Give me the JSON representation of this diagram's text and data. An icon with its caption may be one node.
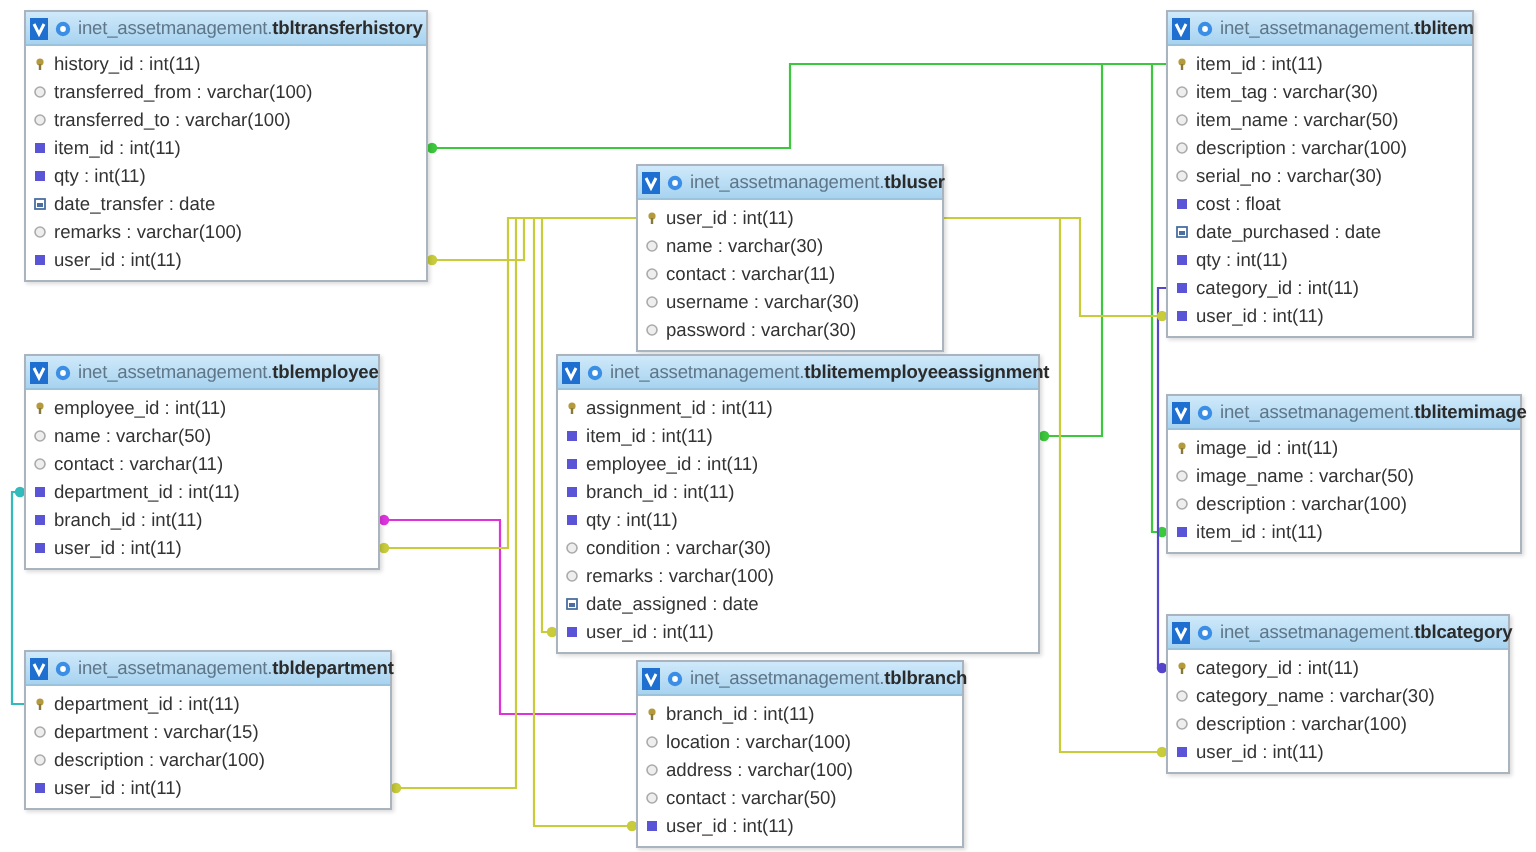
{
  "diagram": {
    "nodes": [
      {
        "text": [
          "inet_assetmanagement.**tbltransferhistory**",
          "history_id : int(11)",
          "transferred_from : varchar(100)",
          "transferred_to : varchar(100)",
          "item_id : int(11)",
          "qty : int(11)",
          "date_transfer : date",
          "remarks : varchar(100)",
          "user_id : int(11)"
        ]
      },
      {
        "text": [
          "inet_assetmanagement.**tbluser**",
          "user_id : int(11)",
          "name : varchar(30)",
          "contact : varchar(11)",
          "username : varchar(30)",
          "password : varchar(30)"
        ]
      },
      {
        "text": [
          "inet_assetmanagement.**tblitem**",
          "item_id : int(11)",
          "item_tag : varchar(30)",
          "item_name : varchar(50)",
          "description : varchar(100)",
          "serial_no : varchar(30)",
          "cost : float",
          "date_purchased : date",
          "qty : int(11)",
          "category_id : int(11)",
          "user_id : int(11)"
        ]
      },
      {
        "text": [
          "inet_assetmanagement.**tblemployee**",
          "employee_id : int(11)",
          "name : varchar(50)",
          "contact : varchar(11)",
          "department_id : int(11)",
          "branch_id : int(11)",
          "user_id : int(11)"
        ]
      },
      {
        "text": [
          "inet_assetmanagement.**tblitememployeeassignment**",
          "assignment_id : int(11)",
          "item_id : int(11)",
          "employee_id : int(11)",
          "branch_id : int(11)",
          "qty : int(11)",
          "condition : varchar(30)",
          "remarks : varchar(100)",
          "date_assigned : date",
          "user_id : int(11)"
        ]
      },
      {
        "text": [
          "inet_assetmanagement.**tblitemimage**",
          "image_id : int(11)",
          "image_name : varchar(50)",
          "description : varchar(100)",
          "item_id : int(11)"
        ]
      },
      {
        "text": [
          "inet_assetmanagement.**tbldepartment**",
          "department_id : int(11)",
          "department : varchar(15)",
          "description : varchar(100)",
          "user_id : int(11)"
        ]
      },
      {
        "text": [
          "inet_assetmanagement.**tblbranch**",
          "branch_id : int(11)",
          "location : varchar(100)",
          "address : varchar(100)",
          "contact : varchar(50)",
          "user_id : int(11)"
        ]
      },
      {
        "text": [
          "inet_assetmanagement.**tblcategory**",
          "category_id : int(11)",
          "category_name : varchar(30)",
          "description : varchar(100)",
          "user_id : int(11)"
        ]
      }
    ],
    "edges": [
      {
        "from": 0,
        "to": 2,
        "arrow": "other",
        "color": "#3cc83c"
      },
      {
        "from": 0,
        "to": 1,
        "arrow": "other"
      },
      {
        "from": 4,
        "to": 2,
        "arrow": "other",
        "color": "#3cc83c"
      },
      {
        "from": 5,
        "to": 2,
        "arrow": "other",
        "color": "#3cc83c"
      },
      {
        "from": 8,
        "to": 2,
        "arrow": "other",
        "color": "#5544cc"
      },
      {
        "from": 3,
        "to": 6,
        "arrow": "other",
        "color": "#33bbbb"
      },
      {
        "from": 3,
        "to": 7,
        "arrow": "other",
        "color": "#dd33dd"
      },
      {
        "from": 3,
        "to": 1,
        "arrow": "other"
      },
      {
        "from": 6,
        "to": 1,
        "arrow": "other"
      },
      {
        "from": 4,
        "to": 1,
        "arrow": "other"
      },
      {
        "from": 7,
        "to": 1,
        "arrow": "other"
      },
      {
        "from": 2,
        "to": 1,
        "arrow": "other"
      },
      {
        "from": 8,
        "to": 1,
        "arrow": "other"
      }
    ]
  }
}
